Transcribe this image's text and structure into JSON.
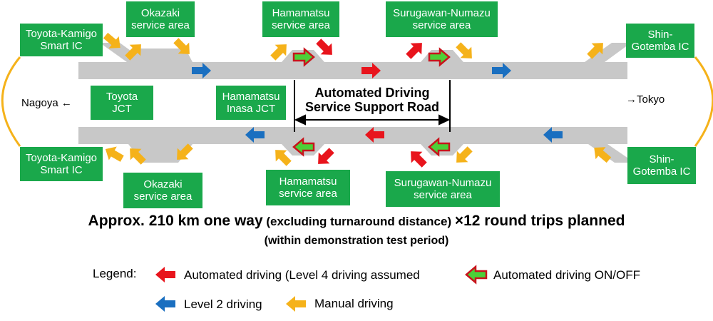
{
  "boxes": {
    "toyota_kamigo_top": [
      "Toyota-Kamigo",
      "Smart IC"
    ],
    "okazaki_top": [
      "Okazaki",
      "service area"
    ],
    "hamamatsu_top": [
      "Hamamatsu",
      "service area"
    ],
    "surugawan_top": [
      "Surugawan-Numazu",
      "service area"
    ],
    "shin_gotemba_top": [
      "Shin-",
      "Gotemba IC"
    ],
    "toyota_jct": [
      "Toyota",
      "JCT"
    ],
    "hamamatsu_inasa": [
      "Hamamatsu",
      "Inasa JCT"
    ],
    "toyota_kamigo_bottom": [
      "Toyota-Kamigo",
      "Smart IC"
    ],
    "okazaki_bottom": [
      "Okazaki",
      "service area"
    ],
    "hamamatsu_bottom": [
      "Hamamatsu",
      "service area"
    ],
    "surugawan_bottom": [
      "Surugawan-Numazu",
      "service area"
    ],
    "shin_gotemba_bottom": [
      "Shin-",
      "Gotemba IC"
    ]
  },
  "cities": {
    "nagoya": "Nagoya ←",
    "tokyo": "→Tokyo"
  },
  "support_road": [
    "Automated Driving",
    "Service Support Road"
  ],
  "summary": {
    "part1": "Approx. 210 km one way",
    "part2": " (excluding turnaround distance) ",
    "part3": "×12 round trips planned",
    "line2": "(within demonstration test period)"
  },
  "legend": {
    "title": "Legend:",
    "automated": "Automated driving (Level 4 driving assumed",
    "on_off": "Automated driving ON/OFF",
    "level2": "Level 2 driving",
    "manual": "Manual driving"
  },
  "colors": {
    "road": "#c8c8c8",
    "green": "#1aa84b",
    "red": "#e8141c",
    "blue": "#1a6fc0",
    "yellow": "#f5b21a",
    "onoff_fill": "#4cd038",
    "onoff_border": "#c8141c"
  }
}
